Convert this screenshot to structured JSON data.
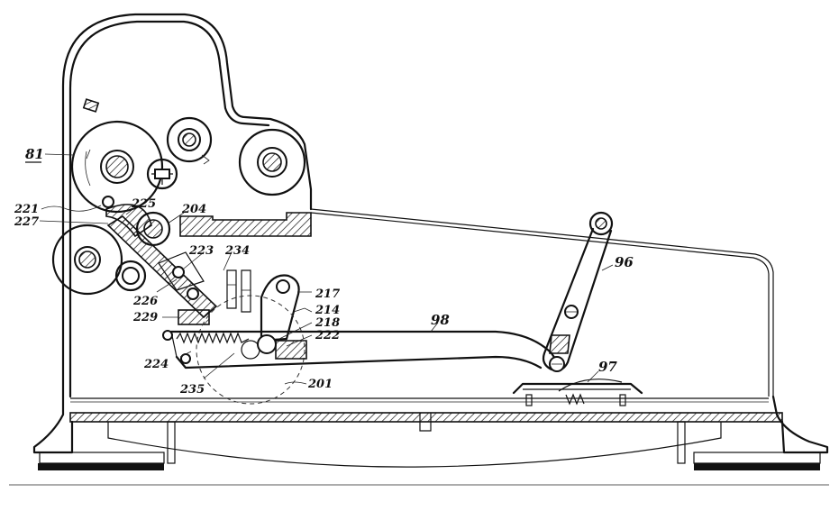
{
  "labels": {
    "l81": "81",
    "l221": "221",
    "l225": "225",
    "l227": "227",
    "l204": "204",
    "l223": "223",
    "l234": "234",
    "l226": "226",
    "l229": "229",
    "l224": "224",
    "l235": "235",
    "l217": "217",
    "l214": "214",
    "l218": "218",
    "l222": "222",
    "l98": "98",
    "l201": "201",
    "l96": "96",
    "l97": "97"
  },
  "colors": {
    "ink": "#111111",
    "paper": "#ffffff"
  }
}
